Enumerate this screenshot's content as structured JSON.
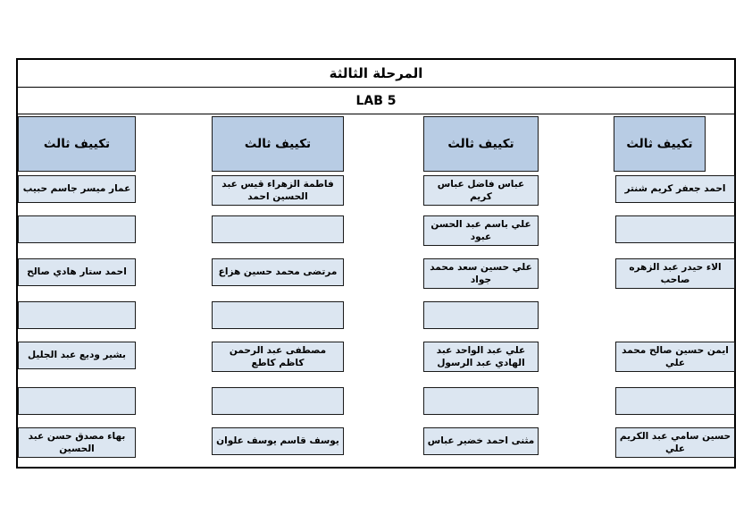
{
  "page": {
    "stage_title": "المرحلة الثالثة",
    "lab_title": "LAB 5"
  },
  "colors": {
    "header_fill": "#b8cce4",
    "cell_fill": "#dce6f1",
    "border": "#000000",
    "page_bg": "#ffffff"
  },
  "columns": [
    {
      "header": "تكييف ثالث",
      "cells": [
        {
          "slot": 1,
          "text": "احمد جعفر كريم شنتر"
        },
        {
          "slot": 2,
          "text": ""
        },
        {
          "slot": 3,
          "text": "الاء حيدر عبد الزهره صاحب"
        },
        {
          "slot": 5,
          "text": "ايمن حسين صالح محمد علي"
        },
        {
          "slot": 6,
          "text": ""
        },
        {
          "slot": 7,
          "text": "حسين سامي عبد الكريم علي"
        }
      ]
    },
    {
      "header": "تكييف ثالث",
      "cells": [
        {
          "slot": 1,
          "text": "عباس فاضل عباس كريم"
        },
        {
          "slot": 2,
          "text": "علي باسم عبد الحسن عبود"
        },
        {
          "slot": 3,
          "text": "علي حسين سعد محمد جواد"
        },
        {
          "slot": 4,
          "text": ""
        },
        {
          "slot": 5,
          "text": "علي عبد الواحد عبد الهادي عبد الرسول"
        },
        {
          "slot": 6,
          "text": ""
        },
        {
          "slot": 7,
          "text": "مثنى احمد خضير عباس"
        }
      ]
    },
    {
      "header": "تكييف ثالث",
      "cells": [
        {
          "slot": 1,
          "text": "فاطمة الزهراء قيس عبد الحسين احمد"
        },
        {
          "slot": 2,
          "text": ""
        },
        {
          "slot": 3,
          "text": "مرتضى محمد حسين هزاع"
        },
        {
          "slot": 4,
          "text": ""
        },
        {
          "slot": 5,
          "text": "مصطفى عبد الرحمن كاظم كاطع"
        },
        {
          "slot": 6,
          "text": ""
        },
        {
          "slot": 7,
          "text": "يوسف قاسم يوسف علوان"
        }
      ]
    },
    {
      "header": "تكييف ثالث",
      "cells": [
        {
          "slot": 1,
          "text": "عمار ميسر جاسم حبيب"
        },
        {
          "slot": 2,
          "text": ""
        },
        {
          "slot": 3,
          "text": "احمد ستار هادي صالح"
        },
        {
          "slot": 4,
          "text": ""
        },
        {
          "slot": 5,
          "text": "بشير وديع عبد الجليل"
        },
        {
          "slot": 6,
          "text": ""
        },
        {
          "slot": 7,
          "text": "بهاء مصدق حسن عبد الحسين"
        }
      ]
    }
  ]
}
